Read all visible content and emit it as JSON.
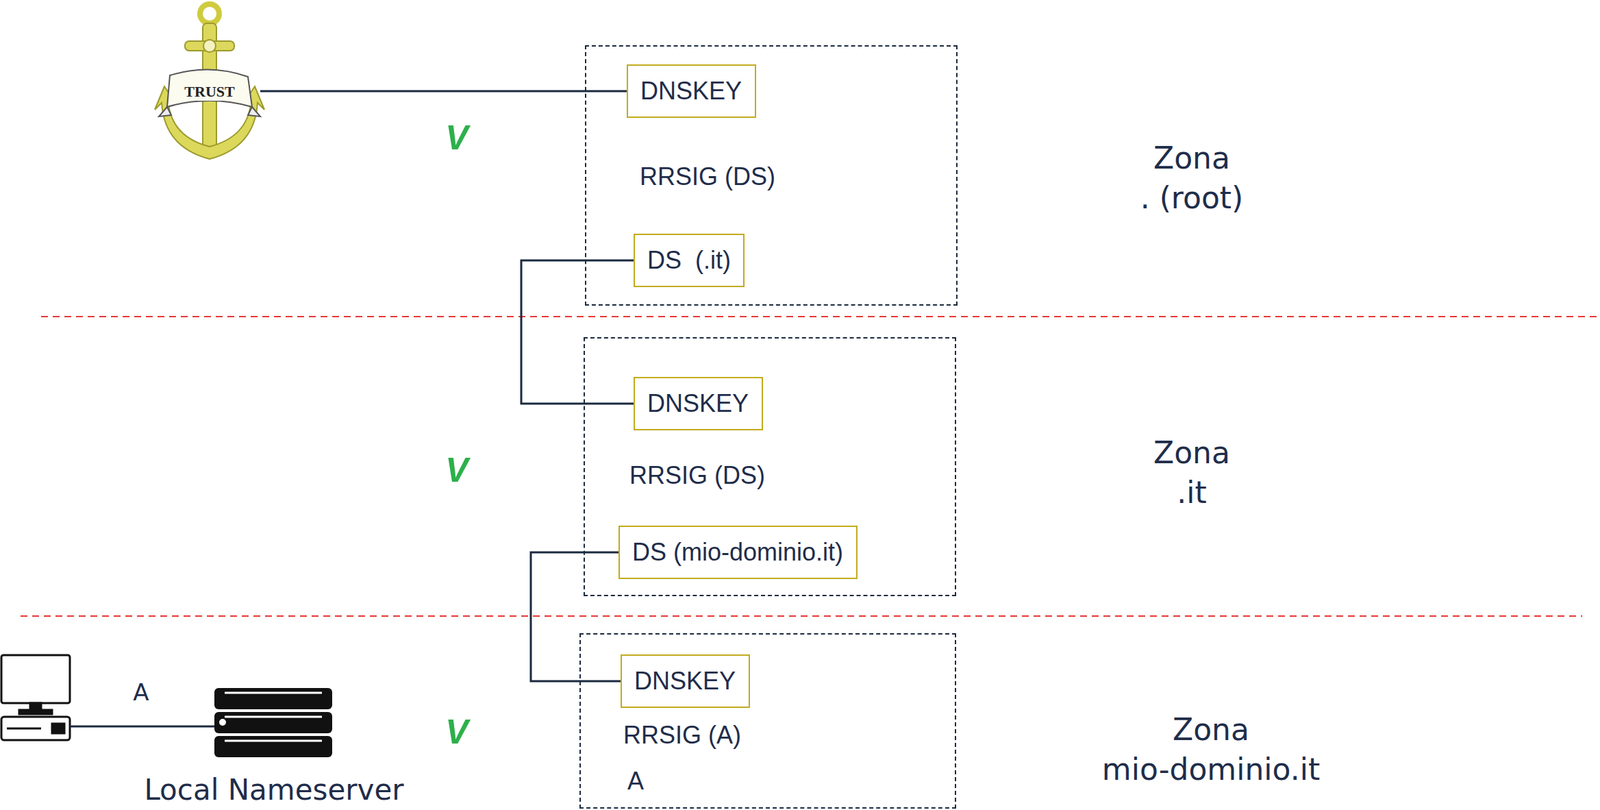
{
  "diagram": {
    "nodes": [
      {
        "text": [
          "RRSIG (DS)"
        ]
      },
      {
        "text": [
          "DNSKEY"
        ],
        "in": 0
      },
      {
        "text": [
          "DS  (.it)"
        ],
        "in": 0
      },
      {
        "text": [
          "RRSIG (DS)"
        ]
      },
      {
        "text": [
          "DNSKEY"
        ],
        "in": 3
      },
      {
        "text": [
          "DS (mio-dominio.it)"
        ],
        "in": 3
      },
      {
        "text": [
          "RRSIG (A)",
          "A"
        ]
      },
      {
        "text": [
          "DNSKEY"
        ],
        "in": 6
      }
    ],
    "edges": [
      {
        "from": 2,
        "to": 4,
        "arrow": "none"
      },
      {
        "from": 5,
        "to": 7,
        "arrow": "none"
      }
    ],
    "labels": [
      "TRUST",
      "V",
      "V",
      "V",
      "Zona",
      ". (root)",
      "Zona",
      ".it",
      "Zona",
      "mio-dominio.it",
      "A",
      "Local Nameserver"
    ]
  }
}
